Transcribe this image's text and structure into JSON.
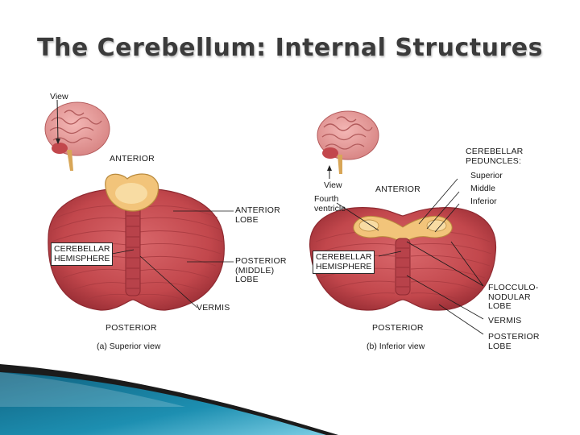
{
  "title": "The Cerebellum: Internal Structures",
  "panel_a": {
    "view": "View",
    "anterior": "ANTERIOR",
    "posterior": "POSTERIOR",
    "caption": "(a) Superior view",
    "anterior_lobe": "ANTERIOR\nLOBE",
    "posterior_lobe": "POSTERIOR\n(MIDDLE)\nLOBE",
    "vermis": "VERMIS",
    "hemisphere": "CEREBELLAR\nHEMISPHERE"
  },
  "panel_b": {
    "view": "View",
    "anterior": "ANTERIOR",
    "posterior": "POSTERIOR",
    "caption": "(b) Inferior view",
    "fourth_ventricle": "Fourth\nventricle",
    "peduncles": "CEREBELLAR\nPEDUNCLES:",
    "superior": "Superior",
    "middle": "Middle",
    "inferior": "Inferior",
    "hemisphere": "CEREBELLAR\nHEMISPHERE",
    "flocculonodular": "FLOCCULO-\nNODULAR\nLOBE",
    "vermis": "VERMIS",
    "posterior_lobe": "POSTERIOR\nLOBE"
  },
  "colors": {
    "cerebellum": "#c2474c",
    "cerebellum_dark": "#8f2a31",
    "brainstem": "#f0c87a",
    "accent_teal": "#1a7f9e"
  }
}
